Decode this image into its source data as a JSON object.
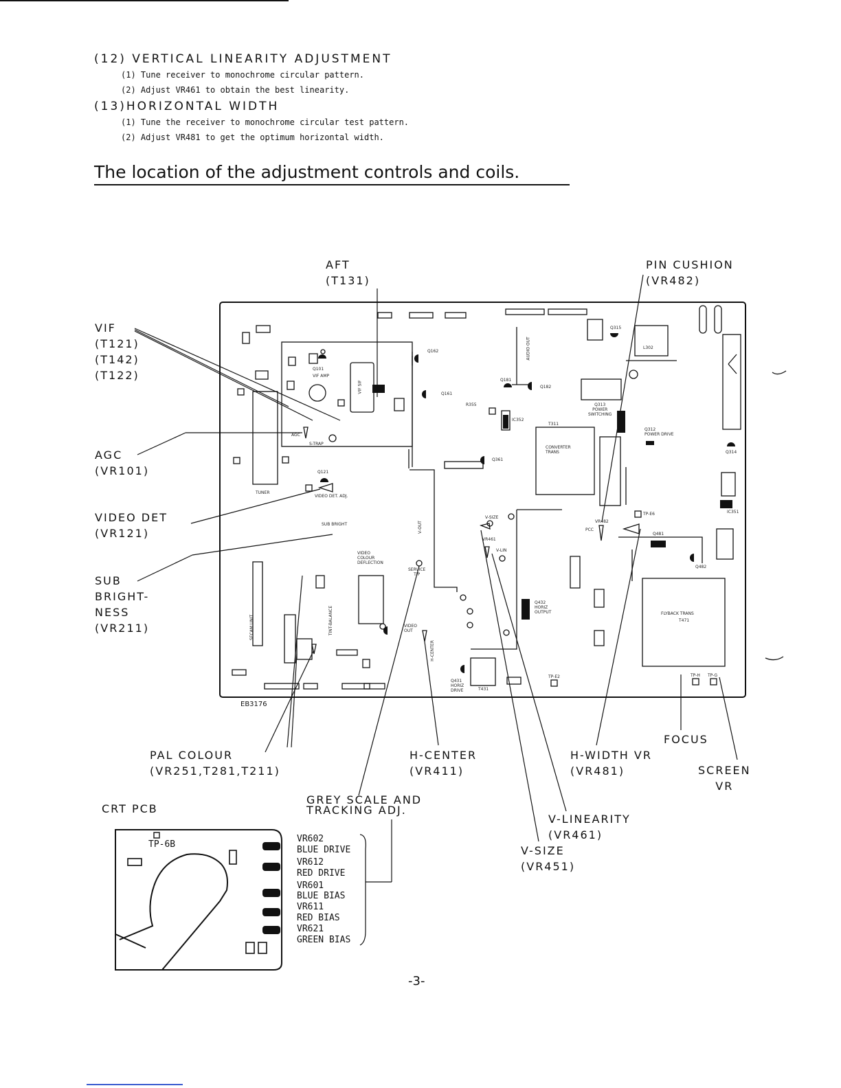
{
  "sections": [
    {
      "title": "(12) VERTICAL LINEARITY ADJUSTMENT",
      "steps": [
        "(1) Tune receiver to monochrome circular pattern.",
        "(2) Adjust VR461 to obtain the best linearity."
      ]
    },
    {
      "title": "(13)HORIZONTAL WIDTH",
      "steps": [
        "(1) Tune the receiver to monochrome circular test pattern.",
        "(2) Adjust VR481 to get the optimum horizontal width."
      ]
    }
  ],
  "heading": "The location of the adjustment controls and coils.",
  "callouts": {
    "aft": "AFT\n(T131)",
    "pin_cushion": "PIN CUSHION\n(VR482)",
    "vif": "VIF\n(T121)\n(T142)\n(T122)",
    "agc": "AGC\n(VR101)",
    "video_det": "VIDEO DET\n(VR121)",
    "sub_brightness": "SUB\nBRIGHT-\nNESS\n(VR211)",
    "pal_colour": "PAL COLOUR\n(VR251,T281,T211)",
    "h_center": "H-CENTER\n(VR411)",
    "h_width": "H-WIDTH VR\n(VR481)",
    "focus": "FOCUS",
    "screen": "SCREEN\nVR",
    "grey_scale": "GREY SCALE AND\nTRACKING ADJ.",
    "v_linearity": "V-LINEARITY\n(VR461)",
    "v_size": "V-SIZE\n(VR451)"
  },
  "board": {
    "ref": "EB3176",
    "parts": {
      "q101": "Q101",
      "vif_amp": "VIF AMP",
      "vif_sif": "VIF SIF",
      "tuner": "TUNER",
      "video_det_adj": "VIDEO DET. ADJ.",
      "sub_bright": "SUB BRIGHT",
      "vcd": "VIDEO\nCOLOUR\nDEFLECTION",
      "service": "SERVICE\nTIP",
      "q121": "Q121",
      "q162": "Q162",
      "q161": "Q161",
      "q181": "Q181",
      "q182": "Q182",
      "q361": "Q361",
      "q315": "Q315",
      "q313": "Q313\nPOWER\nSWITCHING",
      "q312": "Q312\nPOWER DRIVE",
      "q314": "Q314",
      "ic352": "IC352",
      "ic351": "IC351",
      "converter": "CONVERTER\nTRANS",
      "t311": "T311",
      "l302": "L302",
      "r355": "R355",
      "audio_out": "AUDIO OUT",
      "v_out": "V-OUT",
      "q481": "Q481",
      "q482": "Q482",
      "vr482": "VR482",
      "pcc": "PCC",
      "q432": "Q432\nHORIZ\nOUTPUT",
      "q431": "Q431\nHORIZ\nDRIVE",
      "t431": "T431",
      "flyback": "FLYBACK TRANS",
      "t471": "T471",
      "secam": "SECAM UNIT",
      "tint_balance": "TINT-BALANCE",
      "vr461": "VR461",
      "v_size_s": "V-SIZE",
      "v_lin": "V-LIN",
      "h_center_s": "H-CENTER",
      "video_out": "VIDEO\nOUT",
      "agc_s": "AGC",
      "s_trap": "S-TRAP",
      "tp_e6": "TP-E6",
      "tp_e2": "TP-E2",
      "tp_h": "TP-H",
      "tp_g": "TP-G"
    }
  },
  "crt_pcb": {
    "title": "CRT PCB",
    "tp": "TP-6B",
    "controls": [
      {
        "ref": "VR602",
        "name": "BLUE DRIVE"
      },
      {
        "ref": "VR612",
        "name": "RED DRIVE"
      },
      {
        "ref": "VR601",
        "name": "BLUE BIAS"
      },
      {
        "ref": "VR611",
        "name": "RED BIAS"
      },
      {
        "ref": "VR621",
        "name": "GREEN BIAS"
      }
    ]
  },
  "page_number": "-3-"
}
